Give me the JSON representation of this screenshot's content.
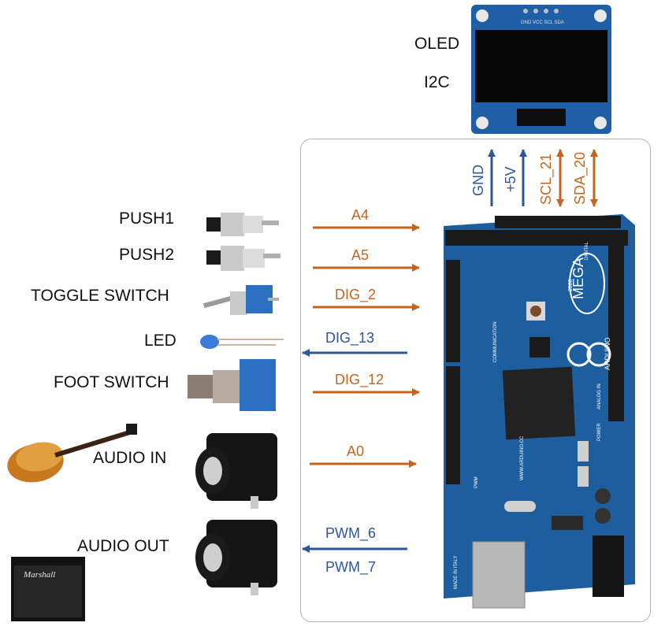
{
  "oled": {
    "title": "OLED",
    "bus": "I2C",
    "pins": "GND VCC SCL SDA"
  },
  "bus_signals": [
    "GND",
    "+5V",
    "SCL_21",
    "SDA_20"
  ],
  "components": {
    "push1": "PUSH1",
    "push2": "PUSH2",
    "toggle": "TOGGLE SWITCH",
    "led": "LED",
    "foot": "FOOT SWITCH",
    "audio_in": "AUDIO IN",
    "audio_out": "AUDIO OUT"
  },
  "signals": {
    "push1": "A4",
    "push2": "A5",
    "toggle": "DIG_2",
    "led": "DIG_13",
    "foot": "DIG_12",
    "audio_in": "A0",
    "audio_out_1": "PWM_6",
    "audio_out_2": "PWM_7"
  },
  "board": {
    "name": "MEGA",
    "model": "2560",
    "brand": "ARDUINO",
    "site": "WWW.ARDUINO.CC",
    "origin": "MADE IN ITALY",
    "headers": [
      "DIGITAL",
      "COMMUNICATION",
      "ANALOG IN",
      "POWER",
      "PWM"
    ]
  },
  "amp_brand": "Marshall",
  "colors": {
    "output_arrow": "#c5641e",
    "input_arrow": "#2e5597",
    "board": "#1d5f9e"
  }
}
